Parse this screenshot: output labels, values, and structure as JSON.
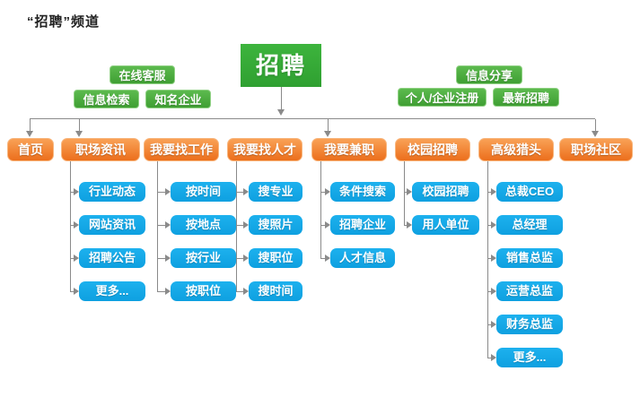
{
  "page": {
    "title": "“招聘”频道"
  },
  "root": {
    "label": "招聘"
  },
  "callouts": {
    "left": [
      "在线客服",
      "信息检索",
      "知名企业"
    ],
    "right": [
      "信息分享",
      "个人/企业注册",
      "最新招聘"
    ]
  },
  "branches": [
    {
      "label": "首页",
      "children": []
    },
    {
      "label": "职场资讯",
      "children": [
        "行业动态",
        "网站资讯",
        "招聘公告",
        "更多..."
      ]
    },
    {
      "label": "我要找工作",
      "children": [
        "按时间",
        "按地点",
        "按行业",
        "按职位"
      ]
    },
    {
      "label": "我要找人才",
      "children": [
        "搜专业",
        "搜照片",
        "搜职位",
        "搜时间"
      ]
    },
    {
      "label": "我要兼职",
      "children": [
        "条件搜索",
        "招聘企业",
        "人才信息"
      ]
    },
    {
      "label": "校园招聘",
      "children": [
        "校园招聘",
        "用人单位"
      ]
    },
    {
      "label": "高级猎头",
      "children": [
        "总裁CEO",
        "总经理",
        "销售总监",
        "运营总监",
        "财务总监",
        "更多..."
      ]
    },
    {
      "label": "职场社区",
      "children": []
    }
  ],
  "colors": {
    "green": "#34aa38",
    "orange": "#ee7420",
    "blue": "#14a8e6",
    "connector": "#8a8a8a"
  }
}
